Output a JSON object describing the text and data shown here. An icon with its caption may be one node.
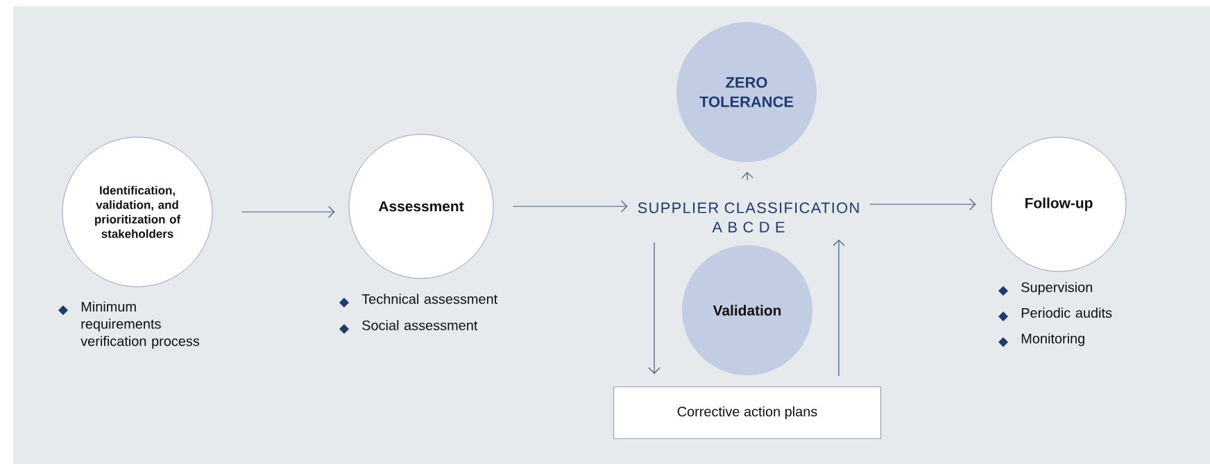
{
  "diagram": {
    "nodes": [
      {
        "text": [
          "Identification, validation, and prioritization of stakeholders"
        ],
        "beside": [
          "Minimum requirements verification process"
        ]
      },
      {
        "text": [
          "Assessment"
        ],
        "beside": [
          "Technical assessment",
          "Social assessment"
        ]
      },
      {
        "text": [
          "SUPPLIER CLASSIFICATION",
          "A B C D E"
        ]
      },
      {
        "text": [
          "ZERO TOLERANCE"
        ]
      },
      {
        "text": [
          "Validation"
        ]
      },
      {
        "text": [
          "Corrective action plans"
        ]
      },
      {
        "text": [
          "Follow-up"
        ],
        "beside": [
          "Supervision",
          "Periodic audits",
          "Monitoring"
        ]
      }
    ],
    "edges": [
      {
        "from": 0,
        "to": 1,
        "arrow": "to"
      },
      {
        "from": 1,
        "to": 2,
        "arrow": "to"
      },
      {
        "from": 2,
        "to": 3,
        "arrow": "to"
      },
      {
        "from": 2,
        "to": 5,
        "arrow": "to"
      },
      {
        "from": 5,
        "to": 2,
        "arrow": "to"
      },
      {
        "from": 2,
        "to": 6,
        "arrow": "to"
      }
    ]
  }
}
